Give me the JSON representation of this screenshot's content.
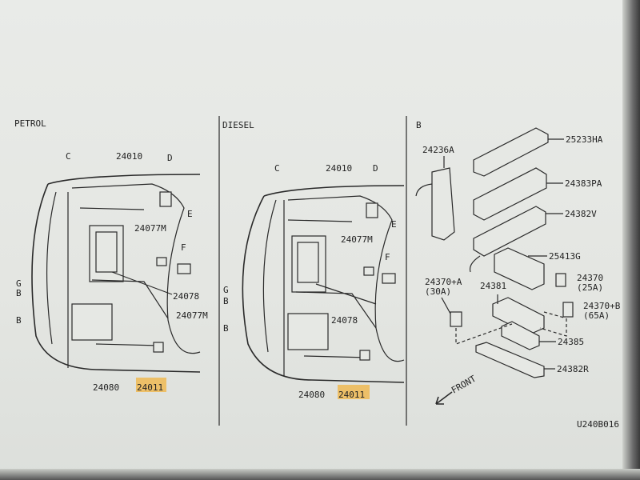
{
  "diagram_code": "U240B016",
  "panels": {
    "petrol": {
      "title": "PETROL",
      "labels": [
        "24010",
        "C",
        "D",
        "E",
        "24077M",
        "F",
        "G",
        "B",
        "24078",
        "24077M",
        "B",
        "24080",
        "24011"
      ]
    },
    "diesel": {
      "title": "DIESEL",
      "labels": [
        "24010",
        "C",
        "D",
        "E",
        "24077M",
        "F",
        "G",
        "B",
        "24078",
        "B",
        "24080",
        "24011"
      ]
    },
    "detail": {
      "title": "B",
      "labels": {
        "p1": "25233HA",
        "p2": "24236A",
        "p3": "24383PA",
        "p4": "24382V",
        "p5": "25413G",
        "p6": "24370",
        "p6a": "(25A)",
        "p7": "24370+A",
        "p7a": "(30A)",
        "p8": "24381",
        "p9": "24370+B",
        "p9a": "(65A)",
        "p10": "24385",
        "p11": "24382R",
        "front": "FRONT"
      }
    }
  },
  "highlight_color": "#f0b64a"
}
